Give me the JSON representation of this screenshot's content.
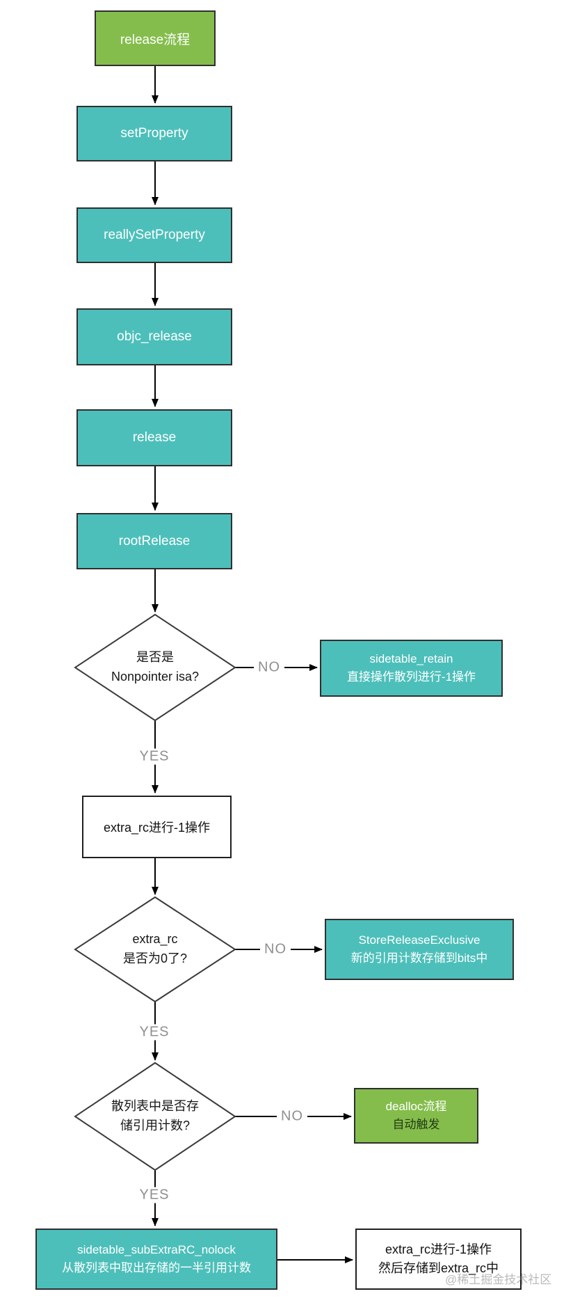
{
  "nodes": {
    "start": {
      "label": "release流程"
    },
    "set_property": {
      "label": "setProperty"
    },
    "really_set_property": {
      "label": "reallySetProperty"
    },
    "objc_release": {
      "label": "objc_release"
    },
    "release": {
      "label": "release"
    },
    "root_release": {
      "label": "rootRelease"
    },
    "decision_nonpointer": {
      "line1": "是否是",
      "line2": "Nonpointer isa?"
    },
    "sidetable_retain": {
      "line1": "sidetable_retain",
      "line2": "直接操作散列进行-1操作"
    },
    "extra_rc_decrement": {
      "label": "extra_rc进行-1操作"
    },
    "decision_extra_rc_zero": {
      "line1": "extra_rc",
      "line2": "是否为0了?"
    },
    "store_release_exclusive": {
      "line1": "StoreReleaseExclusive",
      "line2": "新的引用计数存储到bits中"
    },
    "decision_sidetable_stored": {
      "line1": "散列表中是否存",
      "line2": "储引用计数?"
    },
    "dealloc": {
      "line1": "dealloc流程",
      "line2": "自动触发"
    },
    "sidetable_sub_extra_rc_nolock": {
      "line1": "sidetable_subExtraRC_nolock",
      "line2": "从散列表中取出存储的一半引用计数"
    },
    "extra_rc_store_back": {
      "line1": "extra_rc进行-1操作",
      "line2": "然后存储到extra_rc中"
    }
  },
  "edge_labels": {
    "no_nonpointer": "NO",
    "yes_nonpointer": "YES",
    "no_extra_rc_zero": "NO",
    "yes_extra_rc_zero": "YES",
    "no_sidetable_stored": "NO",
    "yes_sidetable_stored": "YES"
  },
  "watermark": "@稀土掘金技术社区",
  "colors": {
    "node_green": "#84bd4c",
    "node_teal": "#4dbfba",
    "decision_fill": "#ffffff",
    "arrow": "#000000",
    "edge_label_gray": "#8f8f8f",
    "dealloc_subline": "#223c12"
  }
}
